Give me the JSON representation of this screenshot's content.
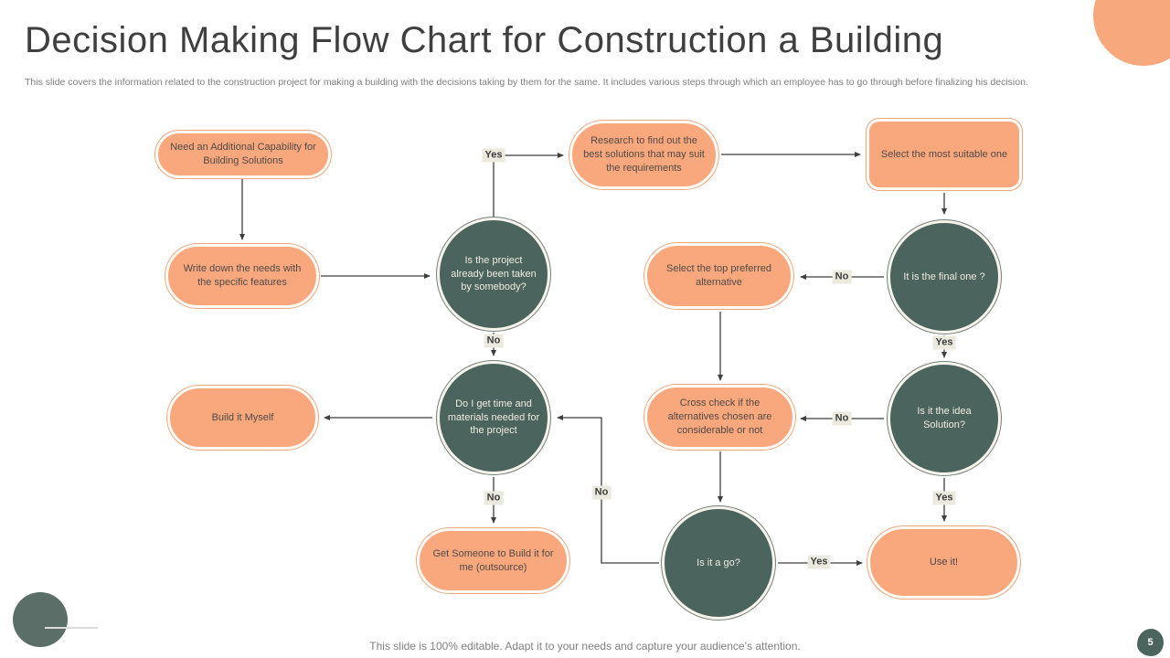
{
  "slide": {
    "title": "Decision Making Flow Chart for Construction a Building",
    "subtitle": "This slide covers the information related to the construction project for making a building  with the decisions taking by them for the same. It includes various  steps through which an employee has to go through before finalizing his decision.",
    "footer": "This slide is 100% editable. Adapt it to your needs and capture your audience’s attention.",
    "page_number": "5"
  },
  "flowchart": {
    "nodes": {
      "need_capability": "Need an Additional Capability  for Building Solutions",
      "research": "Research  to find out the best solutions that may suit the requirements",
      "select_suitable": "Select the most suitable one",
      "write_needs": "Write down the needs with the specific features",
      "project_taken": "Is the project already been taken by somebody?",
      "select_alternative": "Select the top preferred alternative",
      "final_one": "It is the final one ?",
      "build_myself": "Build  it Myself",
      "time_materials": "Do I get  time and materials needed for the project",
      "cross_check": "Cross check if the alternatives chosen are considerable or not",
      "idea_solution": "Is it the idea Solution?",
      "outsource": "Get Someone to Build it for me (outsource)",
      "is_it_go": "Is it a go?",
      "use_it": "Use it!"
    },
    "labels": {
      "yes_project_taken_to_research": "Yes",
      "no_project_taken_down": "No",
      "no_final_one_to_alternative": "No",
      "yes_final_one_down": "Yes",
      "no_idea_to_crosscheck": "No",
      "yes_idea_down": "Yes",
      "no_time_materials_down": "No",
      "no_go_back_up": "No",
      "yes_go_to_use": "Yes"
    }
  },
  "colors": {
    "node_orange": "#F9A87E",
    "node_orange_border": "#ECA77E",
    "node_teal": "#4C645E",
    "flag_background": "#ECEADF",
    "connector": "#3F3F3F",
    "decoration_orange": "#F7A87D",
    "decoration_teal": "#5B6E68",
    "title_text": "#3F3F3F",
    "muted_text": "#7F7F7F"
  }
}
